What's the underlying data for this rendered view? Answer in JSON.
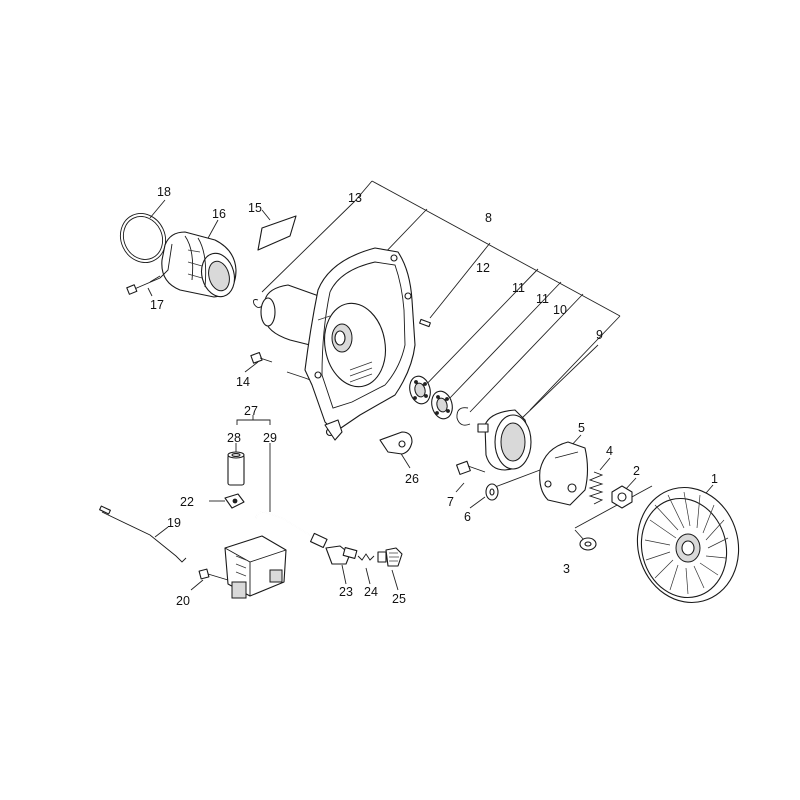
{
  "labels": [
    {
      "id": "1",
      "text": "1"
    },
    {
      "id": "2",
      "text": "2"
    },
    {
      "id": "3",
      "text": "3"
    },
    {
      "id": "4",
      "text": "4"
    },
    {
      "id": "5",
      "text": "5"
    },
    {
      "id": "6",
      "text": "6"
    },
    {
      "id": "7",
      "text": "7"
    },
    {
      "id": "8",
      "text": "8"
    },
    {
      "id": "9",
      "text": "9"
    },
    {
      "id": "10",
      "text": "10"
    },
    {
      "id": "11a",
      "text": "11"
    },
    {
      "id": "11b",
      "text": "11"
    },
    {
      "id": "12",
      "text": "12"
    },
    {
      "id": "13",
      "text": "13"
    },
    {
      "id": "14",
      "text": "14"
    },
    {
      "id": "15",
      "text": "15"
    },
    {
      "id": "16",
      "text": "16"
    },
    {
      "id": "17",
      "text": "17"
    },
    {
      "id": "18",
      "text": "18"
    },
    {
      "id": "19",
      "text": "19"
    },
    {
      "id": "20",
      "text": "20"
    },
    {
      "id": "22",
      "text": "22"
    },
    {
      "id": "23",
      "text": "23"
    },
    {
      "id": "24",
      "text": "24"
    },
    {
      "id": "25",
      "text": "25"
    },
    {
      "id": "26",
      "text": "26"
    },
    {
      "id": "27",
      "text": "27"
    },
    {
      "id": "28",
      "text": "28"
    },
    {
      "id": "29",
      "text": "29"
    }
  ]
}
